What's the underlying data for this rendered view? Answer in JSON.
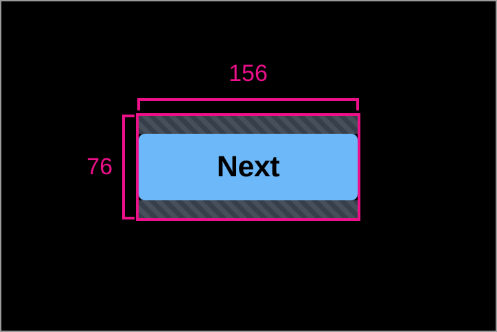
{
  "overlay": {
    "kind": "element-measurement-overlay",
    "background_color": "#000000",
    "frame_color": "#9a9a9a",
    "accent_color": "#ec1089"
  },
  "measurements": {
    "width": {
      "label": "156",
      "axis": "horizontal",
      "color": "#ec1089"
    },
    "height": {
      "label": "76",
      "axis": "vertical",
      "color": "#ec1089"
    }
  },
  "element": {
    "type": "button",
    "label": "Next",
    "fill_color": "#6cb8f8",
    "text_color": "#000000",
    "spacing": {
      "fill_color": "#363f4a",
      "pattern": "diagonal-hatch",
      "top_label": "",
      "bottom_label": ""
    }
  }
}
